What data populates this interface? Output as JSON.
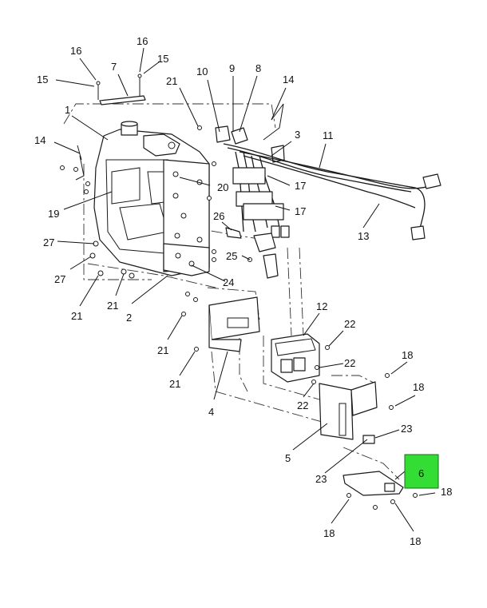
{
  "diagram": {
    "callouts": {
      "c1": "1",
      "c2": "2",
      "c3": "3",
      "c4": "4",
      "c5": "5",
      "c6": "6",
      "c7": "7",
      "c8": "8",
      "c9": "9",
      "c10": "10",
      "c11": "11",
      "c12": "12",
      "c13": "13",
      "c14a": "14",
      "c14b": "14",
      "c15a": "15",
      "c15b": "15",
      "c16a": "16",
      "c16b": "16",
      "c17a": "17",
      "c17b": "17",
      "c18a": "18",
      "c18b": "18",
      "c18c": "18",
      "c18d": "18",
      "c18e": "18",
      "c19": "19",
      "c20": "20",
      "c21a": "21",
      "c21b": "21",
      "c21c": "21",
      "c21d": "21",
      "c21e": "21",
      "c22a": "22",
      "c22b": "22",
      "c22c": "22",
      "c23a": "23",
      "c23b": "23",
      "c24": "24",
      "c25": "25",
      "c26": "26",
      "c27a": "27",
      "c27b": "27"
    },
    "highlight_color": "#33dd33"
  }
}
